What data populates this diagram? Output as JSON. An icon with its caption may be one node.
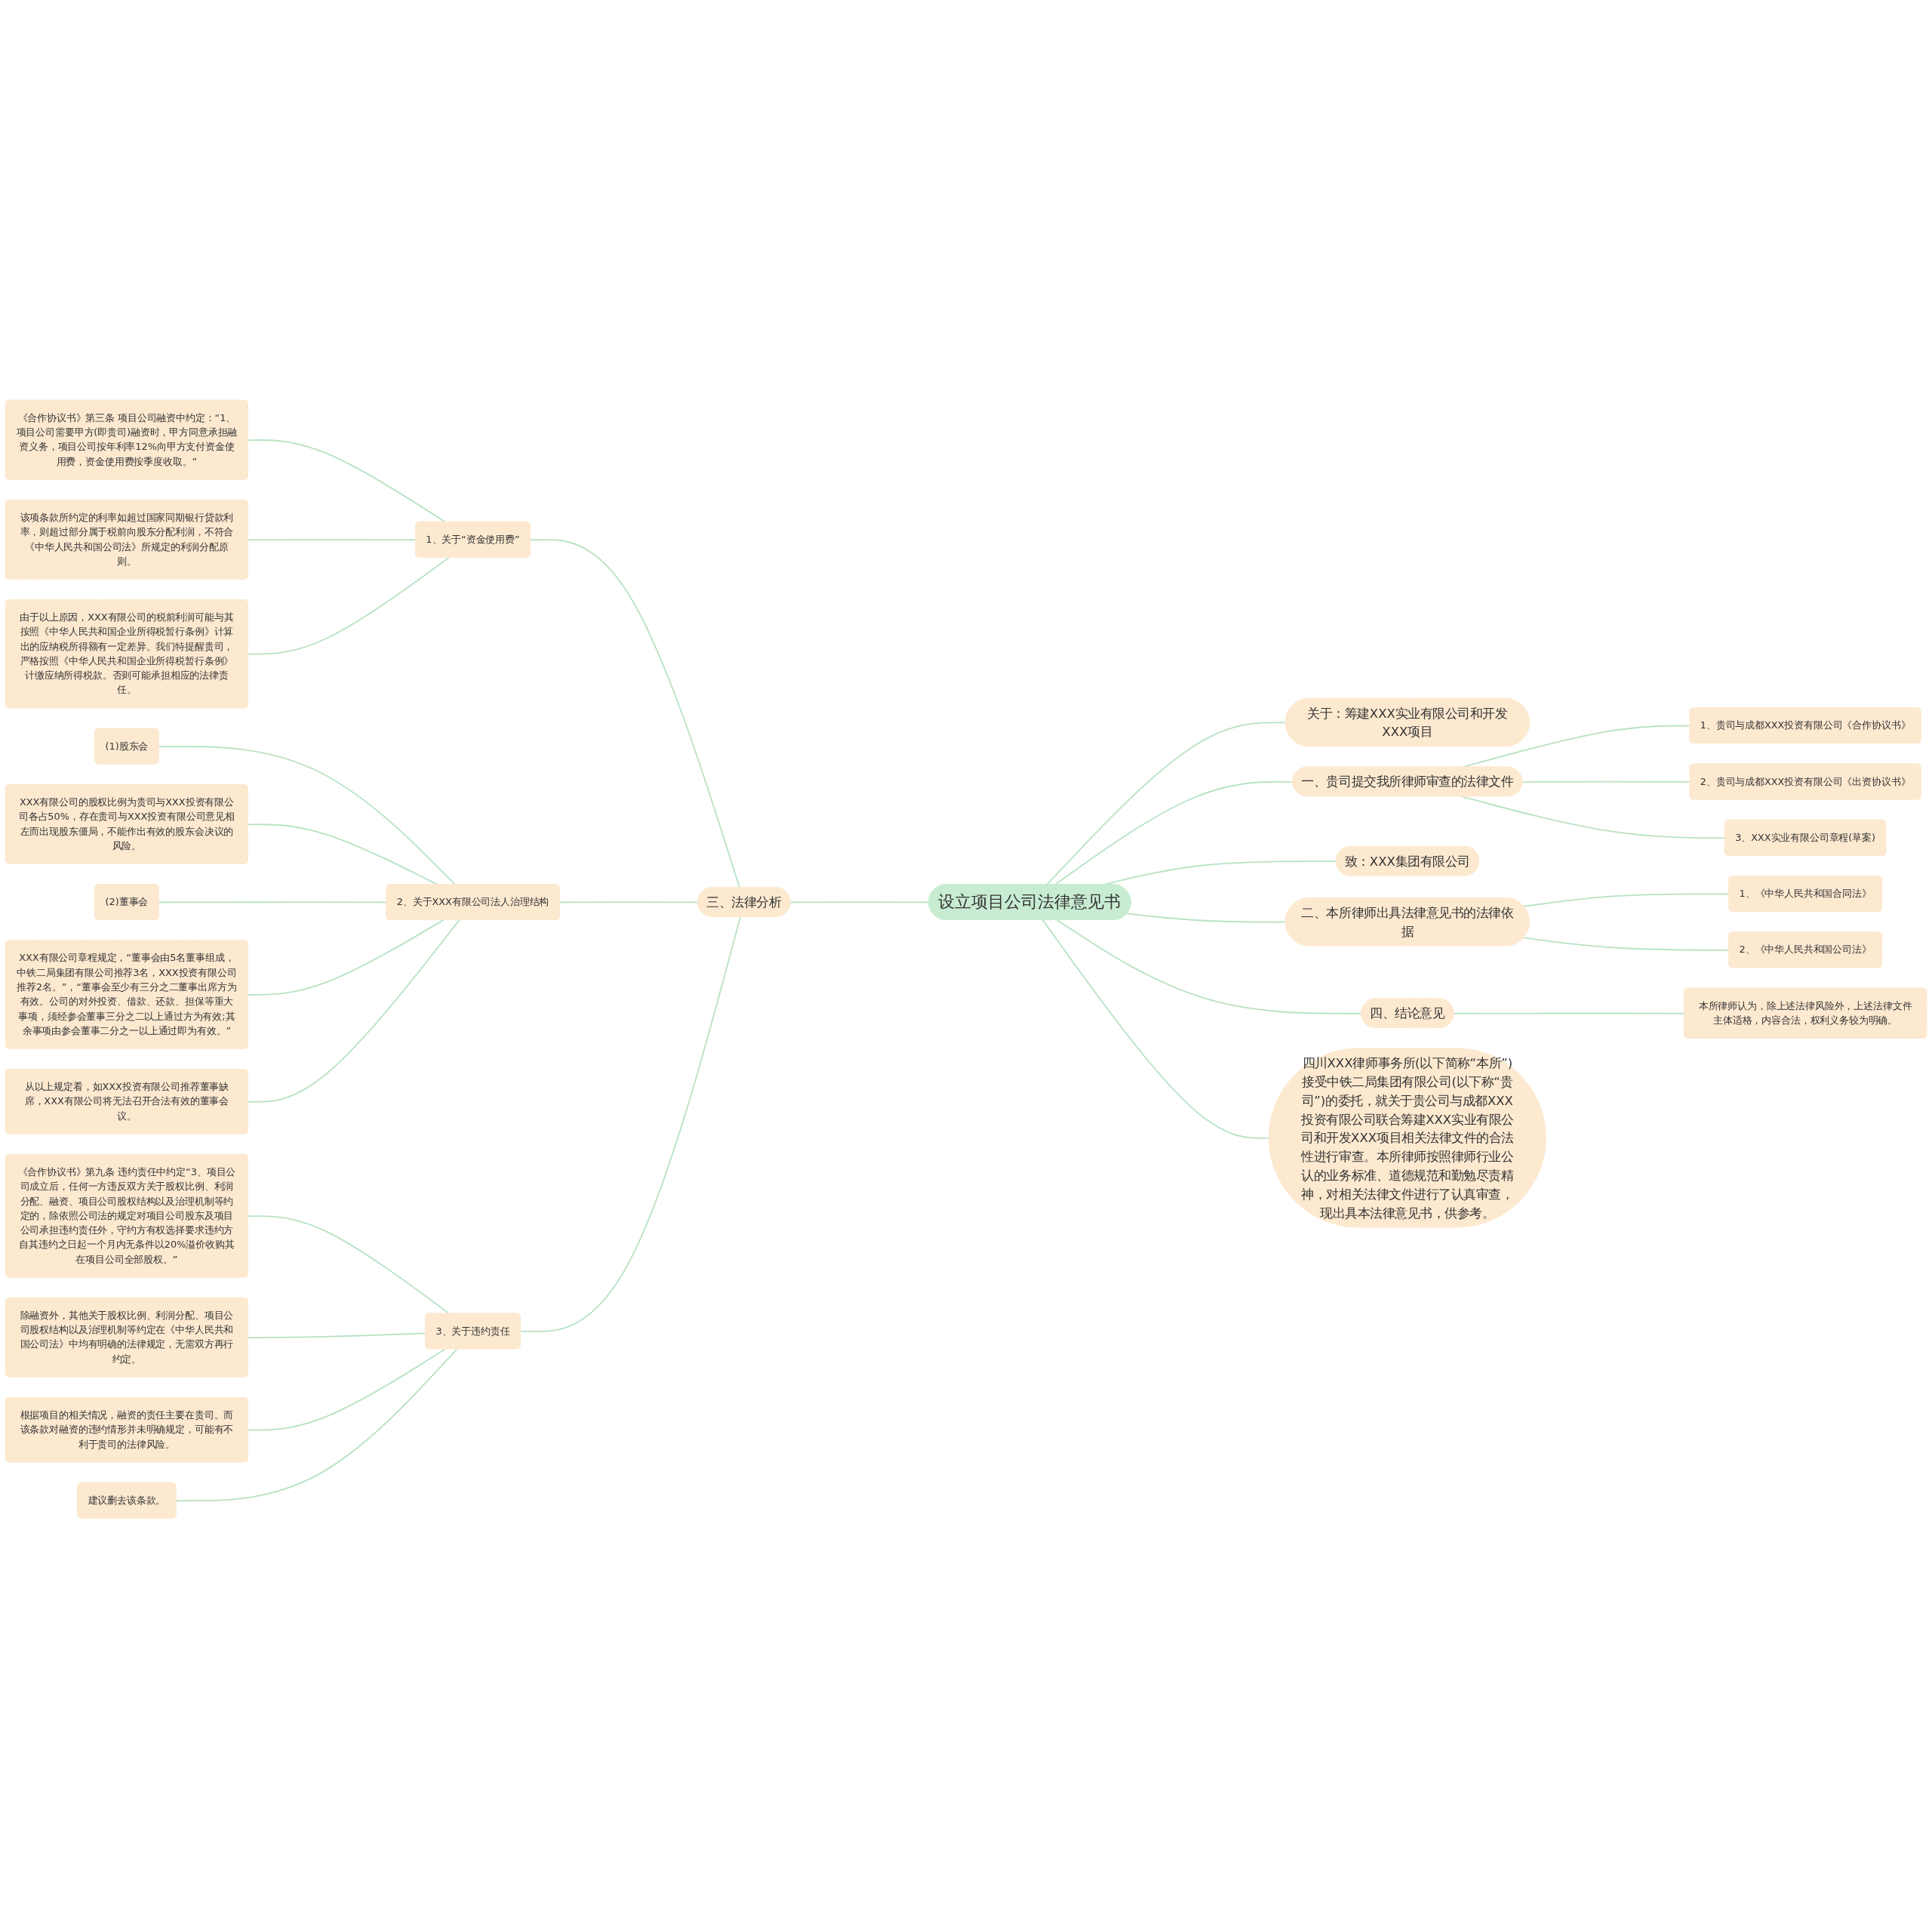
{
  "diagram": {
    "nodes": [
      {
        "text": [
          "设立项目公司法律意见书"
        ]
      },
      {
        "text": [
          "关于：筹建XXX实业有限公司和开发XXX项目"
        ]
      },
      {
        "text": [
          "一、贵司提交我所律师审查的法律文件"
        ]
      },
      {
        "text": [
          "1、贵司与成都XXX投资有限公司《合作协议书》"
        ]
      },
      {
        "text": [
          "2、贵司与成都XXX投资有限公司《出资协议书》"
        ]
      },
      {
        "text": [
          "3、XXX实业有限公司章程(草案)"
        ]
      },
      {
        "text": [
          "致：XXX集团有限公司"
        ]
      },
      {
        "text": [
          "四川XXX律师事务所(以下简称“本所”)接受中铁二局集团有限公司(以下称“贵司”)的委托，就关于贵公司与成都XXX投资有限公司联合筹建XXX实业有限公司和开发XXX项目相关法律文件的合法性进行审查。本所律师按照律师行业公认的业务标准、道德规范和勤勉尽责精神，对相关法律文件进行了认真审查，现出具本法律意见书，供参考。"
        ]
      },
      {
        "text": [
          "二、本所律师出具法律意见书的法律依据"
        ]
      },
      {
        "text": [
          "1、《中华人民共和国合同法》"
        ]
      },
      {
        "text": [
          "2、《中华人民共和国公司法》"
        ]
      },
      {
        "text": [
          "四、结论意见"
        ]
      },
      {
        "text": [
          "本所律师认为，除上述法律风险外，上述法律文件主体适格，内容合法，权利义务较为明确。"
        ]
      },
      {
        "text": [
          "三、法律分析"
        ]
      },
      {
        "text": [
          "1、关于“资金使用费”"
        ]
      },
      {
        "text": [
          "《合作协议书》第三条 项目公司融资中约定：“1、项目公司需要甲方(即贵司)融资时，甲方同意承担融资义务，项目公司按年利率12%向甲方支付资金使用费，资金使用费按季度收取。”"
        ]
      },
      {
        "text": [
          "该项条款所约定的利率如超过国家同期银行贷款利率，则超过部分属于税前向股东分配利润，不符合《中华人民共和国公司法》所规定的利润分配原则。"
        ]
      },
      {
        "text": [
          "由于以上原因，XXX有限公司的税前利润可能与其按照《中华人民共和国企业所得税暂行条例》计算出的应纳税所得额有一定差异。我们特提醒贵司，严格按照《中华人民共和国企业所得税暂行条例》计缴应纳所得税款。否则可能承担相应的法律责任。"
        ]
      },
      {
        "text": [
          "2、关于XXX有限公司法人治理结构"
        ]
      },
      {
        "text": [
          "(1)股东会"
        ]
      },
      {
        "text": [
          "XXX有限公司的股权比例为贵司与XXX投资有限公司各占50%，存在贵司与XXX投资有限公司意见相左而出现股东僵局，不能作出有效的股东会决议的风险。"
        ]
      },
      {
        "text": [
          "(2)董事会"
        ]
      },
      {
        "text": [
          "XXX有限公司章程规定，“董事会由5名董事组成，中铁二局集团有限公司推荐3名，XXX投资有限公司推荐2名。”，“董事会至少有三分之二董事出席方为有效。公司的对外投资、借款、还款、担保等重大事项，须经参会董事三分之二以上通过方为有效;其余事项由参会董事二分之一以上通过即为有效。”"
        ]
      },
      {
        "text": [
          "从以上规定看，如XXX投资有限公司推荐董事缺席，XXX有限公司将无法召开合法有效的董事会议。"
        ]
      },
      {
        "text": [
          "3、关于违约责任"
        ]
      },
      {
        "text": [
          "《合作协议书》第九条 违约责任中约定“3、项目公司成立后，任何一方违反双方关于股权比例、利润分配、融资、项目公司股权结构以及治理机制等约定的，除依照公司法的规定对项目公司股东及项目公司承担违约责任外，守约方有权选择要求违约方自其违约之日起一个月内无条件以20%溢价收购其在项目公司全部股权。”"
        ]
      },
      {
        "text": [
          "除融资外，其他关于股权比例、利润分配、项目公司股权结构以及治理机制等约定在《中华人民共和国公司法》中均有明确的法律规定，无需双方再行约定。"
        ]
      },
      {
        "text": [
          "根据项目的相关情况，融资的责任主要在贵司。而该条款对融资的违约情形并未明确规定，可能有不利于贵司的法律风险。"
        ]
      },
      {
        "text": [
          "建议删去该条款。"
        ]
      }
    ],
    "edges": [
      {
        "from": 0,
        "to": 1,
        "arrow": "none"
      },
      {
        "from": 0,
        "to": 2,
        "arrow": "none"
      },
      {
        "from": 2,
        "to": 3,
        "arrow": "none"
      },
      {
        "from": 2,
        "to": 4,
        "arrow": "none"
      },
      {
        "from": 2,
        "to": 5,
        "arrow": "none"
      },
      {
        "from": 0,
        "to": 6,
        "arrow": "none"
      },
      {
        "from": 0,
        "to": 7,
        "arrow": "none"
      },
      {
        "from": 0,
        "to": 8,
        "arrow": "none"
      },
      {
        "from": 8,
        "to": 9,
        "arrow": "none"
      },
      {
        "from": 8,
        "to": 10,
        "arrow": "none"
      },
      {
        "from": 0,
        "to": 11,
        "arrow": "none"
      },
      {
        "from": 11,
        "to": 12,
        "arrow": "none"
      },
      {
        "from": 0,
        "to": 13,
        "arrow": "none"
      },
      {
        "from": 13,
        "to": 14,
        "arrow": "none"
      },
      {
        "from": 14,
        "to": 15,
        "arrow": "none"
      },
      {
        "from": 14,
        "to": 16,
        "arrow": "none"
      },
      {
        "from": 14,
        "to": 17,
        "arrow": "none"
      },
      {
        "from": 13,
        "to": 18,
        "arrow": "none"
      },
      {
        "from": 18,
        "to": 19,
        "arrow": "none"
      },
      {
        "from": 18,
        "to": 20,
        "arrow": "none"
      },
      {
        "from": 18,
        "to": 21,
        "arrow": "none"
      },
      {
        "from": 18,
        "to": 22,
        "arrow": "none"
      },
      {
        "from": 18,
        "to": 23,
        "arrow": "none"
      },
      {
        "from": 13,
        "to": 24,
        "arrow": "none"
      },
      {
        "from": 24,
        "to": 25,
        "arrow": "none"
      },
      {
        "from": 24,
        "to": 26,
        "arrow": "none"
      },
      {
        "from": 24,
        "to": 27,
        "arrow": "none"
      },
      {
        "from": 24,
        "to": 28,
        "arrow": "none"
      }
    ]
  }
}
